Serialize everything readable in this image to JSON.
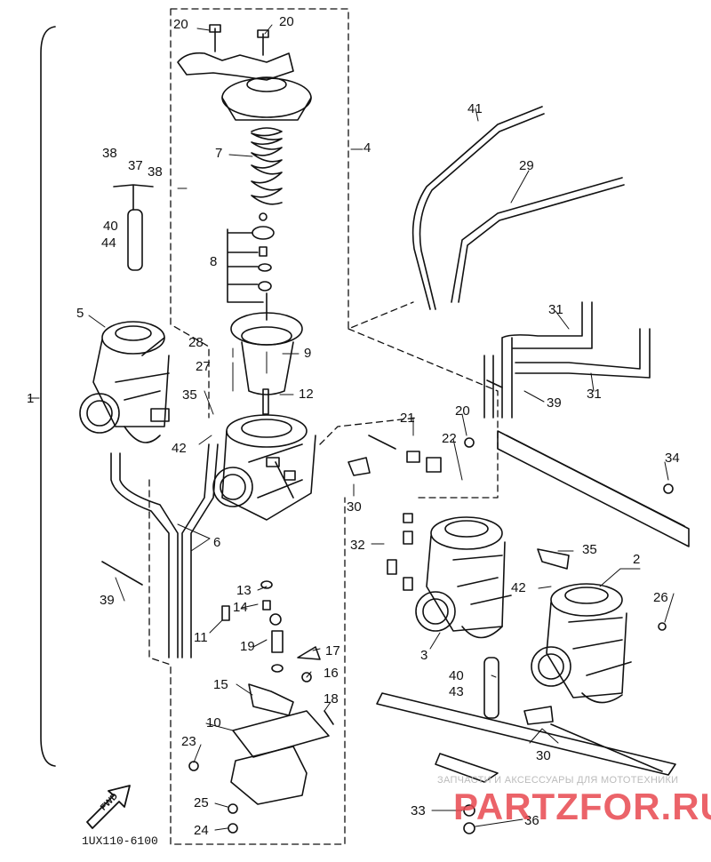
{
  "diagram": {
    "part_code": "1UX110-6100",
    "fwd_label": "FWD",
    "callouts": [
      "1",
      "2",
      "3",
      "4",
      "5",
      "6",
      "7",
      "8",
      "9",
      "10",
      "11",
      "12",
      "13",
      "14",
      "15",
      "16",
      "17",
      "18",
      "19",
      "20",
      "21",
      "22",
      "23",
      "24",
      "25",
      "26",
      "27",
      "28",
      "29",
      "30",
      "31",
      "32",
      "33",
      "34",
      "35",
      "36",
      "37",
      "38",
      "39",
      "40",
      "41",
      "42",
      "43",
      "44"
    ]
  },
  "watermark": {
    "caption": "ЗАПЧАСТИ И АКСЕССУАРЫ ДЛЯ МОТОТЕХНИКИ",
    "brand": "PARTZFOR.RU"
  }
}
